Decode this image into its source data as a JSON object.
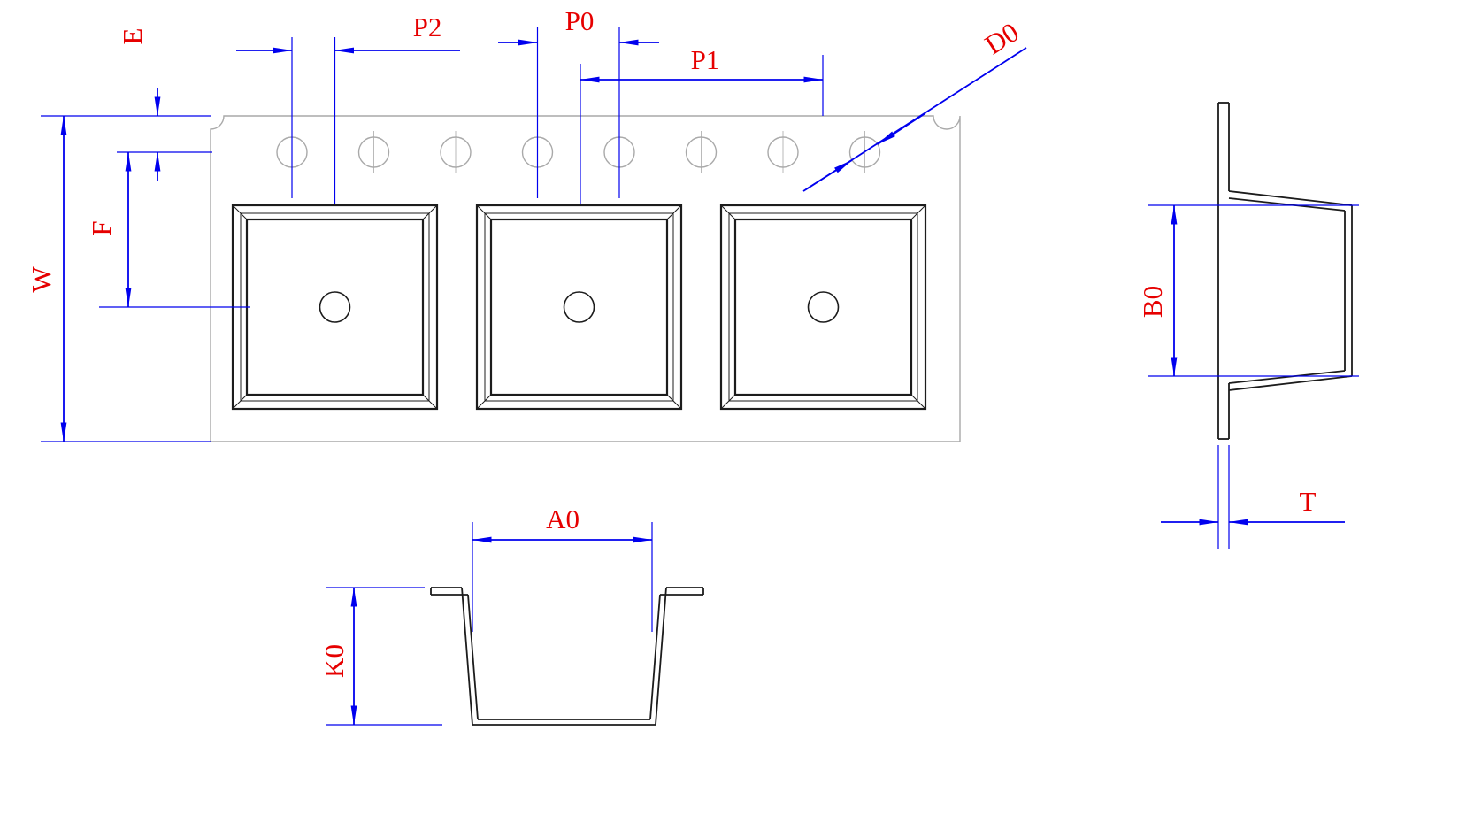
{
  "colors": {
    "dimension": "#0000ee",
    "label": "#e60000",
    "tape_outline": "#a9a9a9",
    "section_outline": "#1c1c1c"
  },
  "labels": {
    "e": "E",
    "f": "F",
    "w": "W",
    "p2": "P2",
    "p0": "P0",
    "p1": "P1",
    "d0": "D0",
    "a0": "A0",
    "k0": "K0",
    "b0": "B0",
    "t": "T"
  }
}
